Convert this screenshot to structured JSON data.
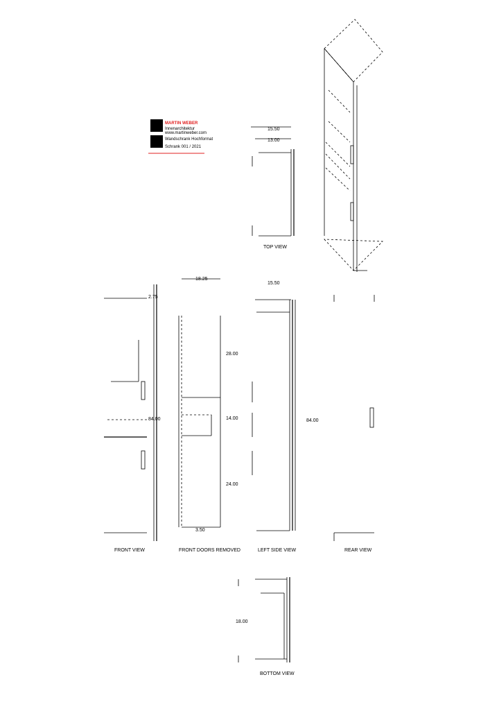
{
  "brand": {
    "name": "MARTIN WEBER",
    "line1": "Innenarchitektur",
    "line2": "www.martinweber.com",
    "line3": "Wandschrank Hochformat",
    "line4": "Schrank 001 / 2021",
    "accent_color": "#e02020"
  },
  "views": {
    "top": "TOP VIEW",
    "front": "FRONT VIEW",
    "front_doors_removed": "FRONT DOORS REMOVED",
    "left_side": "LEFT SIDE VIEW",
    "rear": "REAR VIEW",
    "bottom": "BOTTOM VIEW"
  },
  "dimensions": {
    "top_overall_depth": "15.50",
    "top_body_depth": "13.00",
    "front_top_height": "2.75",
    "front_overall_height": "84.00",
    "doors_removed_width": "18.25",
    "doors_removed_upper": "28.00",
    "doors_removed_middle": "14.00",
    "doors_removed_lower": "24.00",
    "doors_removed_bottom": "3.50",
    "side_depth": "15.50",
    "side_height": "84.00",
    "bottom_width": "18.00"
  }
}
